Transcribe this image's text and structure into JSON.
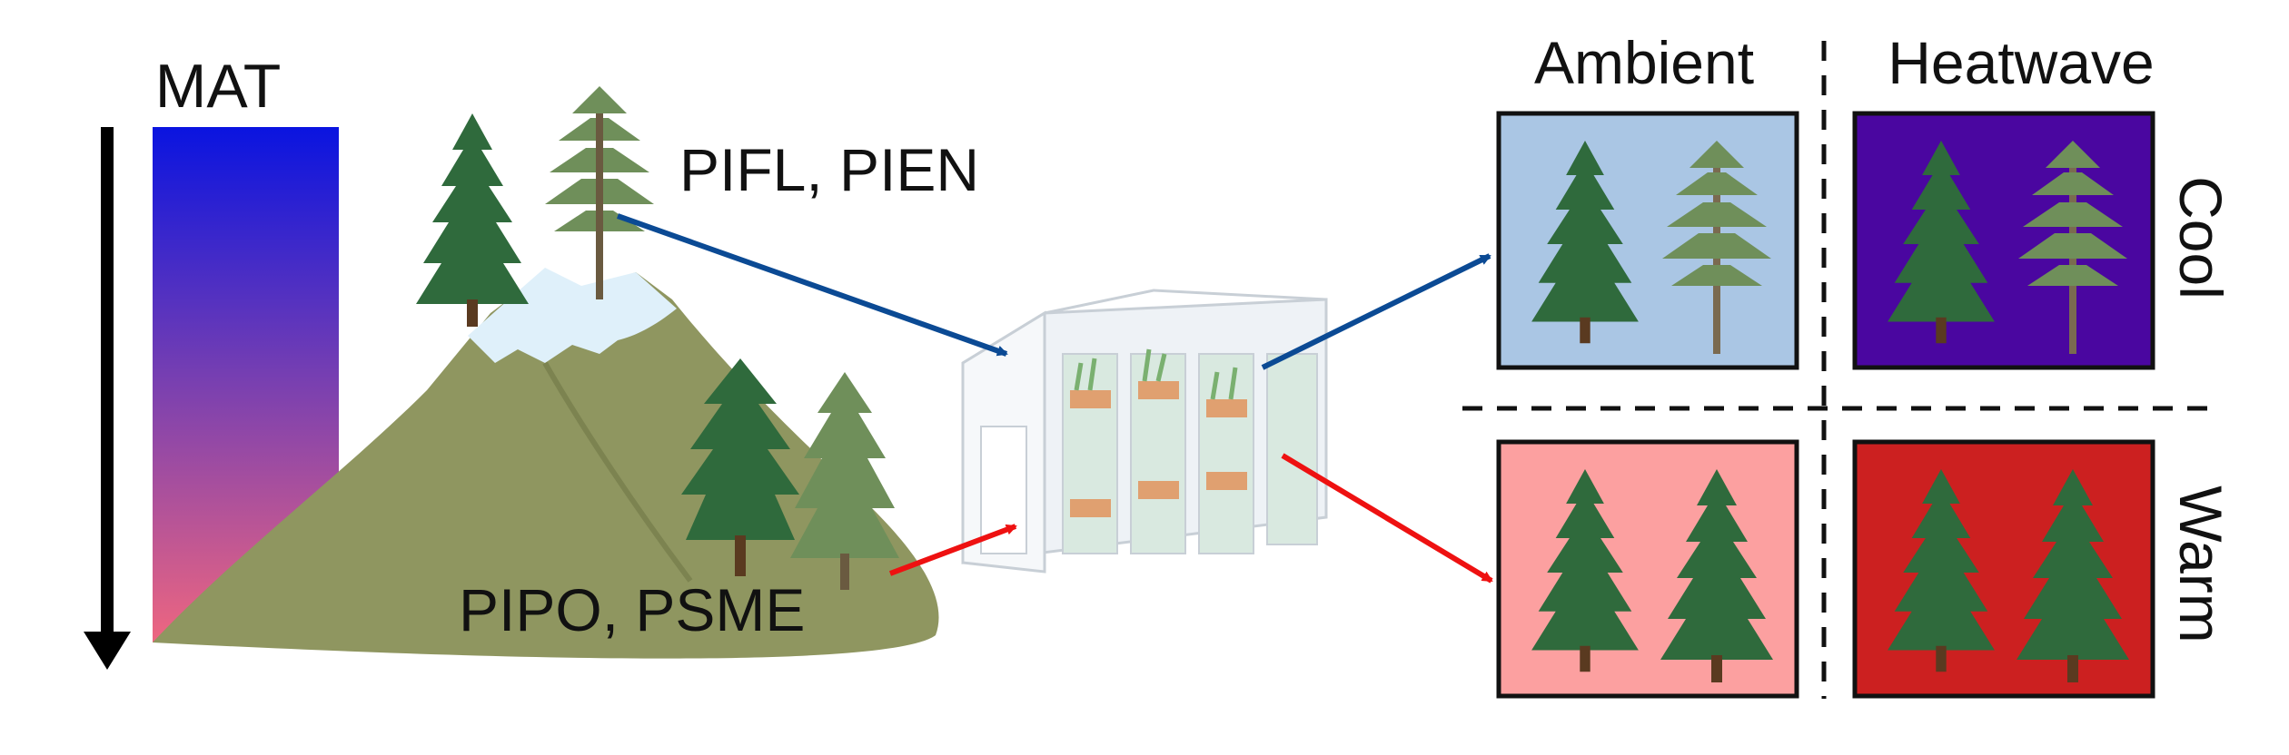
{
  "gradient_label": "MAT",
  "gradient_colors": {
    "top": "#0a14e0",
    "mid": "#7a40b0",
    "bottom": "#ee6680"
  },
  "species_high": "PIFL, PIEN",
  "species_low": "PIPO, PSME",
  "columns": [
    "Ambient",
    "Heatwave"
  ],
  "rows": [
    "Cool",
    "Warm"
  ],
  "panels": [
    {
      "row": "Cool",
      "column": "Ambient",
      "bg": "#aac6e4"
    },
    {
      "row": "Cool",
      "column": "Heatwave",
      "bg": "#4a06a0"
    },
    {
      "row": "Warm",
      "column": "Ambient",
      "bg": "#fca0a0"
    },
    {
      "row": "Warm",
      "column": "Heatwave",
      "bg": "#cc2020"
    }
  ],
  "colors": {
    "mountain": "#8f9660",
    "snow": "#dff0fa",
    "arrow_cool": "#0b4a94",
    "arrow_warm": "#ee1111",
    "conifer": "#2f6a3c",
    "pine": "#6f8f5a"
  },
  "icons": [
    "down-arrow-icon",
    "mountain-icon",
    "greenhouse-icon",
    "conifer-tree-icon",
    "pine-tree-icon"
  ]
}
